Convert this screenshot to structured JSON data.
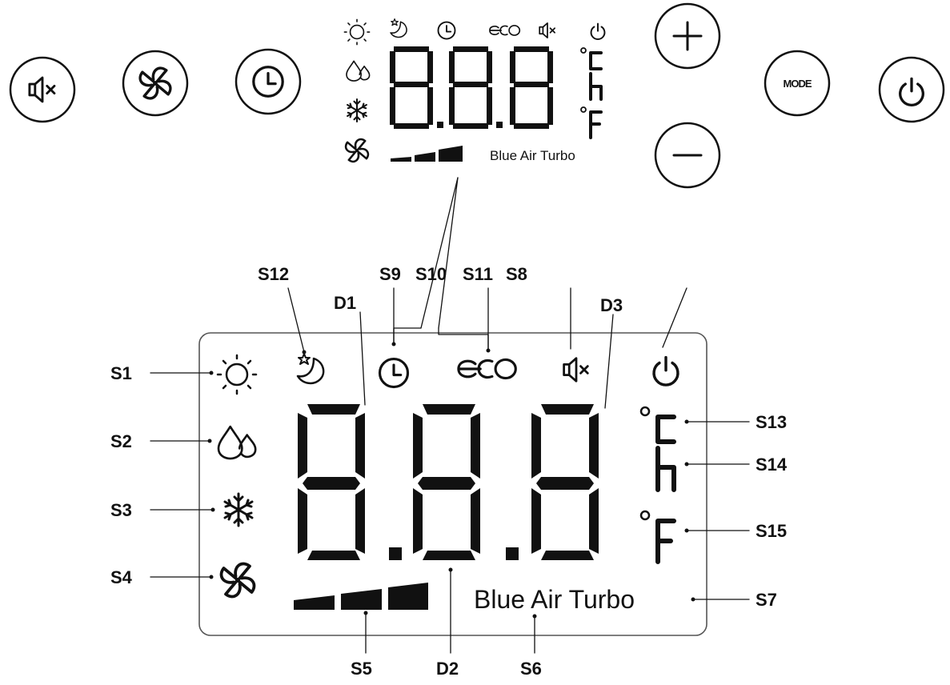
{
  "buttons": {
    "mute": "mute-icon",
    "fan": "fan-icon",
    "timer": "clock-icon",
    "plus": "plus-icon",
    "minus": "minus-icon",
    "mode_label": "MODE",
    "power": "power-icon"
  },
  "top_display": {
    "digits": "8.8.8",
    "unit_c": "°C",
    "unit_h": "h",
    "unit_f": "°F",
    "label_text": "Blue Air Turbo"
  },
  "main_display": {
    "label_text": "Blue Air Turbo",
    "icons": [
      "sun-icon",
      "droplets-icon",
      "snowflake-icon",
      "fan-icon",
      "moon-star-icon",
      "clock-icon",
      "eco-icon",
      "mute-icon",
      "power-icon"
    ]
  },
  "callouts": {
    "S1": "S1",
    "S2": "S2",
    "S3": "S3",
    "S4": "S4",
    "S5": "S5",
    "S6": "S6",
    "S7": "S7",
    "S8": "S8",
    "S9": "S9",
    "S10": "S10",
    "S11": "S11",
    "S12": "S12",
    "S13": "S13",
    "S14": "S14",
    "S15": "S15",
    "D1": "D1",
    "D2": "D2",
    "D3": "D3"
  },
  "colors": {
    "ink": "#111111",
    "background": "#ffffff",
    "panel_border": "#555555"
  }
}
